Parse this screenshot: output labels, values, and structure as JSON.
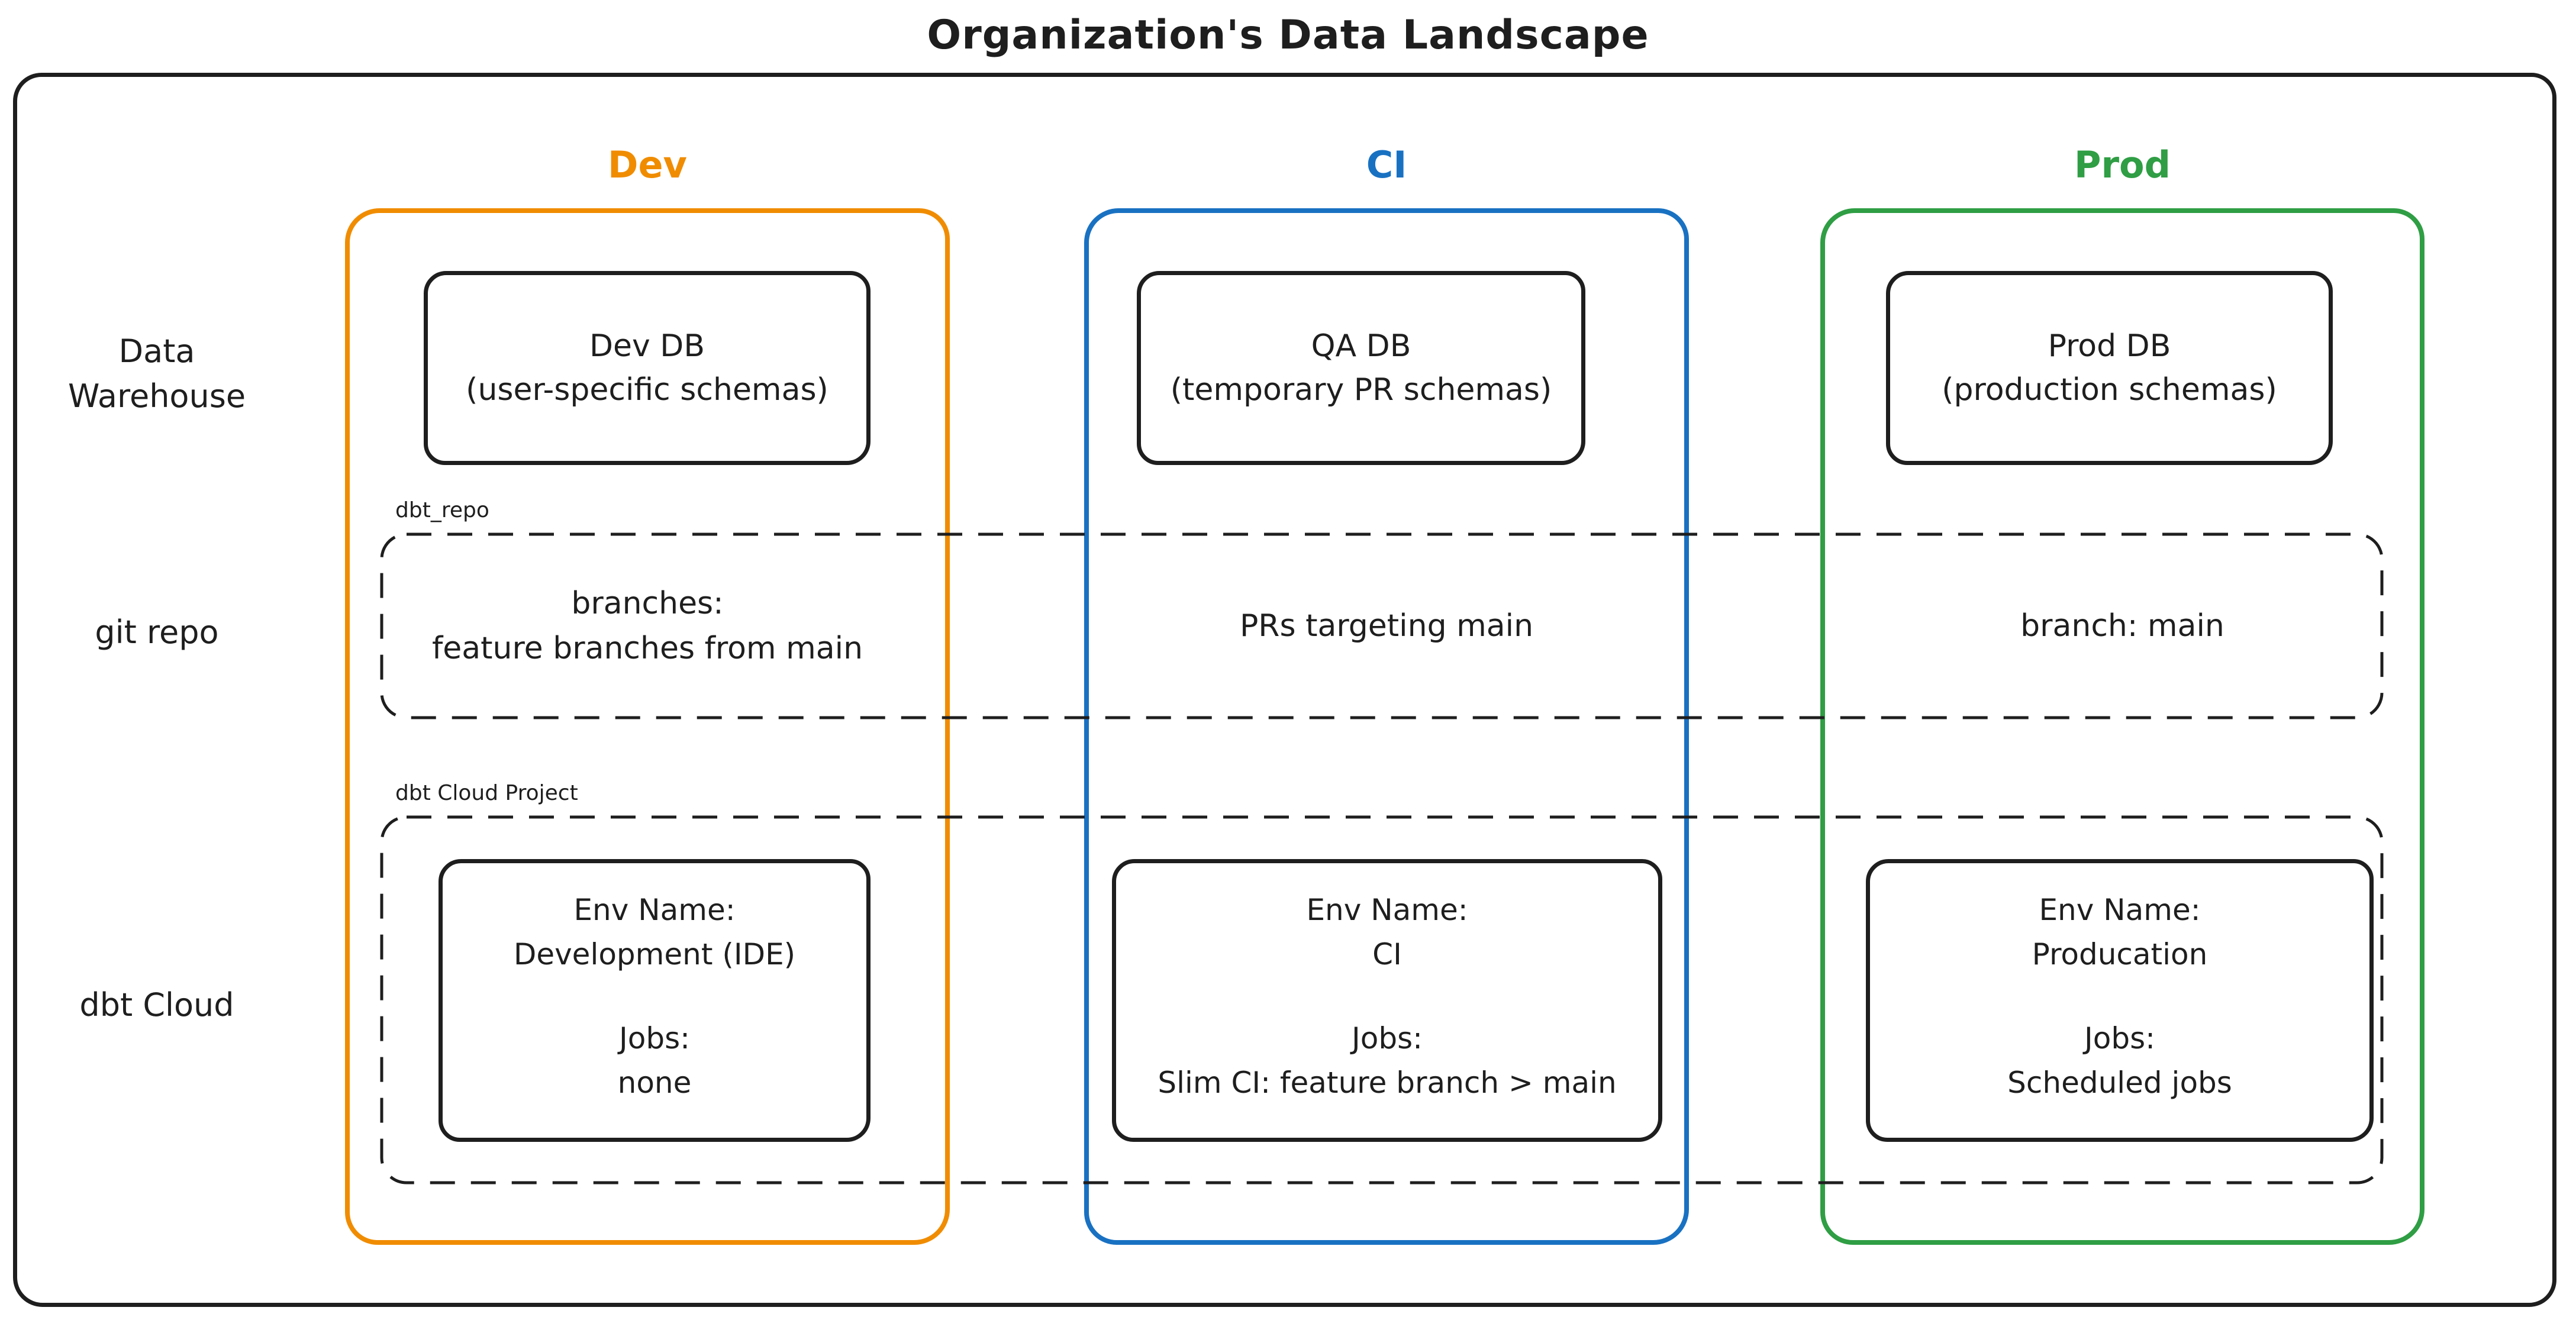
{
  "title": "Organization's Data Landscape",
  "colors": {
    "dev_accent": "#f08c00",
    "ci_accent": "#1971c2",
    "prod_accent": "#2f9e44",
    "ink": "#1e1e1e",
    "background": "#ffffff"
  },
  "columns": [
    {
      "label": "Dev"
    },
    {
      "label": "CI"
    },
    {
      "label": "Prod"
    }
  ],
  "row_labels": {
    "data_warehouse": "Data Warehouse",
    "git_repo": "git repo",
    "dbt_cloud": "dbt Cloud"
  },
  "data_warehouse_row": {
    "dev": {
      "title": "Dev DB",
      "subtitle": "(user-specific schemas)"
    },
    "ci": {
      "title": "QA DB",
      "subtitle": "(temporary PR schemas)"
    },
    "prod": {
      "title": "Prod DB",
      "subtitle": "(production schemas)"
    }
  },
  "git_repo_row": {
    "container_label": "dbt_repo",
    "dev": {
      "line1": "branches:",
      "line2": "feature branches from main"
    },
    "ci": {
      "line1": "PRs targeting main"
    },
    "prod": {
      "line1": "branch: main"
    }
  },
  "dbt_cloud_row": {
    "container_label": "dbt Cloud Project",
    "dev": {
      "env_label": "Env Name:",
      "env_name": "Development (IDE)",
      "jobs_label": "Jobs:",
      "jobs": "none"
    },
    "ci": {
      "env_label": "Env Name:",
      "env_name": "CI",
      "jobs_label": "Jobs:",
      "jobs": "Slim CI: feature branch > main"
    },
    "prod": {
      "env_label": "Env Name:",
      "env_name": "Producation",
      "jobs_label": "Jobs:",
      "jobs": "Scheduled jobs"
    }
  }
}
